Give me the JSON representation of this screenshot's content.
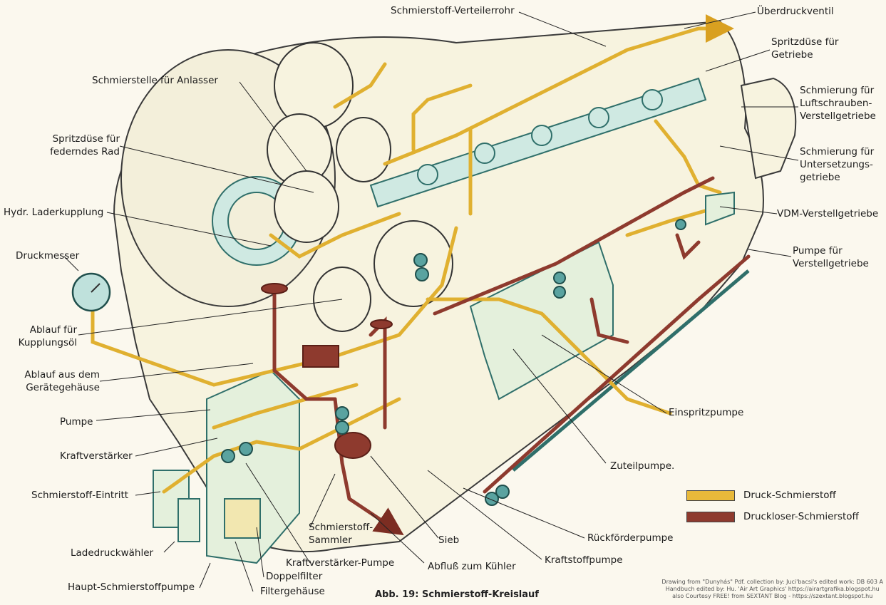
{
  "caption": "Abb. 19: Schmierstoff-Kreislauf",
  "credits": [
    "Drawing from \"Dunyhás\" Pdf. collection by: Juci'bacsi's edited work: DB 603 A",
    "Handbuch edited by: Hu. 'Air Art Graphics'  https://airartgrafika.blogspot.hu",
    "also Courtesy FREE!  from SEXTANT Blog - https://szextant.blogspot.hu"
  ],
  "legend": [
    {
      "label": "Druck-Schmierstoff",
      "color": "#e8b93a"
    },
    {
      "label": "Druckloser-Schmierstoff",
      "color": "#8e3a2e"
    }
  ],
  "labels": {
    "schmierstoff_verteilerrohr": "Schmierstoff-Verteilerrohr",
    "ueberdruckventil": "Überdruckventil",
    "spritzduese_getriebe_1": "Spritzdüse für",
    "spritzduese_getriebe_2": "Getriebe",
    "schmierstelle_anlasser": "Schmierstelle für Anlasser",
    "schmierung_luftschrauben_1": "Schmierung für",
    "schmierung_luftschrauben_2": "Luftschrauben-",
    "schmierung_luftschrauben_3": "Verstellgetriebe",
    "spritzduese_rad_1": "Spritzdüse für",
    "spritzduese_rad_2": "federndes Rad",
    "schmierung_untersetzung_1": "Schmierung für",
    "schmierung_untersetzung_2": "Untersetzungs-",
    "schmierung_untersetzung_3": "getriebe",
    "hydr_laderkupplung": "Hydr. Laderkupplung",
    "vdm_verstellgetriebe": "VDM-Verstellgetriebe",
    "druckmesser": "Druckmesser",
    "pumpe_verstell_1": "Pumpe für",
    "pumpe_verstell_2": "Verstellgetriebe",
    "ablauf_kupplungsoel_1": "Ablauf für",
    "ablauf_kupplungsoel_2": "Kupplungsöl",
    "ablauf_geraetegehaeuse_1": "Ablauf aus dem",
    "ablauf_geraetegehaeuse_2": "Gerätegehäuse",
    "einspritzpumpe": "Einspritzpumpe",
    "pumpe": "Pumpe",
    "kraftverstaerker": "Kraftverstärker",
    "zuteilpumpe": "Zuteilpumpe.",
    "schmierstoff_eintritt": "Schmierstoff-Eintritt",
    "schmierstoff_sammler_1": "Schmierstoff-",
    "schmierstoff_sammler_2": "Sammler",
    "sieb": "Sieb",
    "rueckfoerderpumpe": "Rückförderpumpe",
    "ladedruckwaehler": "Ladedruckwähler",
    "kraftverstaerker_pumpe": "Kraftverstärker-Pumpe",
    "abfluss_kuehler": "Abfluß zum Kühler",
    "kraftstoffpumpe": "Kraftstoffpumpe",
    "doppelfilter": "Doppelfilter",
    "haupt_schmierstoffpumpe": "Haupt-Schmierstoffpumpe",
    "filtergehaeuse": "Filtergehäuse"
  }
}
